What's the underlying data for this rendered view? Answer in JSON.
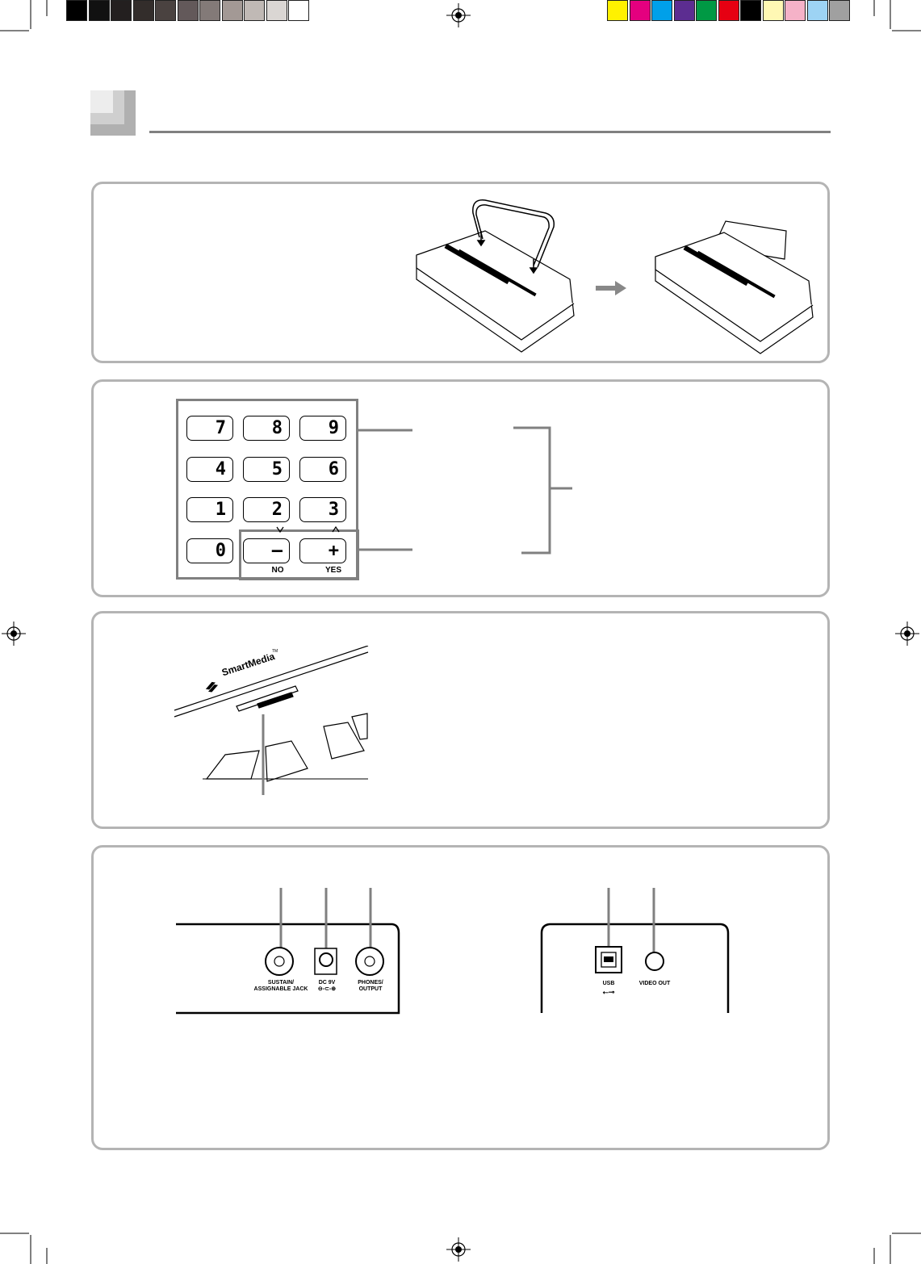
{
  "color_bar": {
    "grayscale": [
      "#000000",
      "#111111",
      "#231f1f",
      "#332d2b",
      "#4a4240",
      "#63595a",
      "#837a78",
      "#a39995",
      "#c0b9b5",
      "#dad6d3",
      "#ffffff"
    ],
    "process": [
      "#fff100",
      "#e4007f",
      "#00a0e9",
      "#5c2d91",
      "#009944",
      "#e60012",
      "#000000",
      "#fff8b4",
      "#f5b2c8",
      "#9dd3f4",
      "#a0a0a0"
    ]
  },
  "keypad": {
    "keys": [
      {
        "label": "7"
      },
      {
        "label": "8"
      },
      {
        "label": "9"
      },
      {
        "label": "4"
      },
      {
        "label": "5"
      },
      {
        "label": "6"
      },
      {
        "label": "1"
      },
      {
        "label": "2"
      },
      {
        "label": "3"
      },
      {
        "label": "0"
      },
      {
        "label": "–"
      },
      {
        "label": "+"
      }
    ],
    "no_label": "NO",
    "yes_label": "YES"
  },
  "smartmedia": {
    "logo_text": "SmartMedia",
    "tm": "TM"
  },
  "rear_left": {
    "sustain_label_1": "SUSTAIN/",
    "sustain_label_2": "ASSIGNABLE JACK",
    "dc_label_1": "DC 9V",
    "dc_label_2": "⊖-⊂-⊕",
    "phones_label_1": "PHONES/",
    "phones_label_2": "OUTPUT"
  },
  "rear_right": {
    "usb_label": "USB",
    "usb_symbol": "⭠⊸",
    "video_label": "VIDEO OUT"
  }
}
